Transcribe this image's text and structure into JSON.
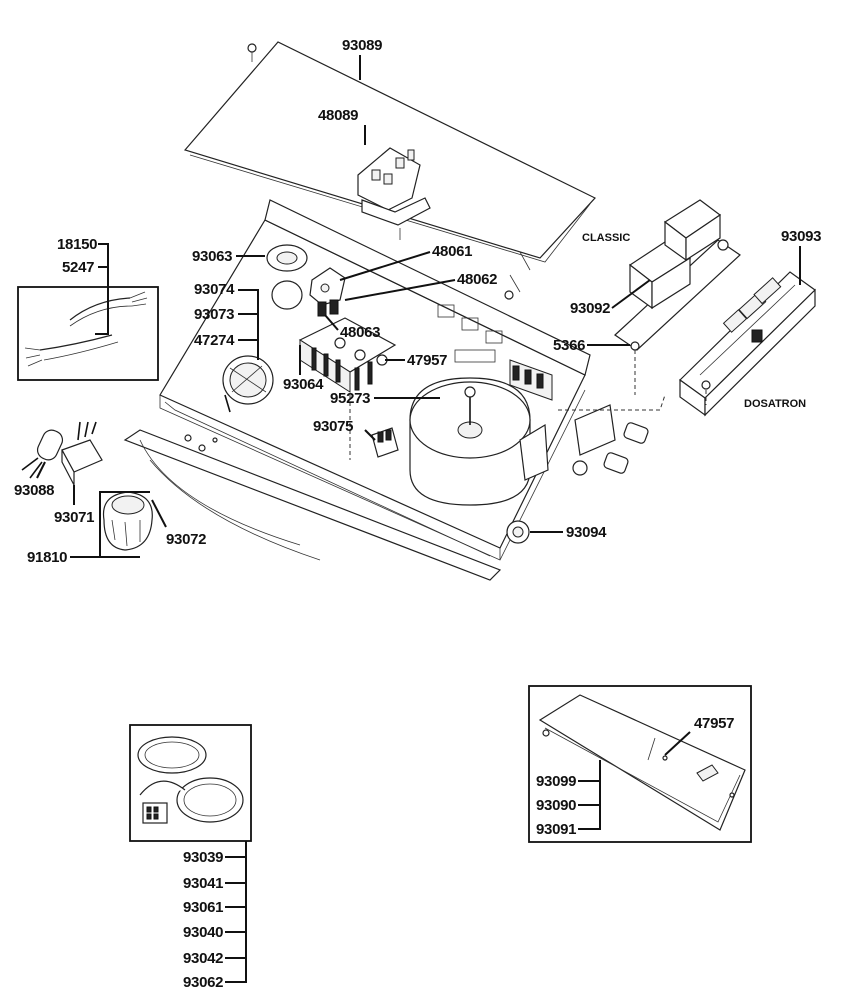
{
  "parts": {
    "p93089": "93089",
    "p48089": "48089",
    "p18150": "18150",
    "p5247": "5247",
    "p93063": "93063",
    "p48061": "48061",
    "p48062": "48062",
    "p93074": "93074",
    "p93073": "93073",
    "p47274": "47274",
    "p48063": "48063",
    "p47957a": "47957",
    "p93064": "93064",
    "p95273": "95273",
    "p93075": "93075",
    "p93088": "93088",
    "p93071": "93071",
    "p93072": "93072",
    "p91810": "91810",
    "p93094": "93094",
    "p93092": "93092",
    "p93093": "93093",
    "p5366": "5366",
    "p93039": "93039",
    "p93041": "93041",
    "p93061": "93061",
    "p93040": "93040",
    "p93042": "93042",
    "p93062": "93062",
    "p47957b": "47957",
    "p93099": "93099",
    "p93090": "93090",
    "p93091": "93091"
  },
  "captions": {
    "classic": "CLASSIC",
    "dosatron": "DOSATRON"
  }
}
